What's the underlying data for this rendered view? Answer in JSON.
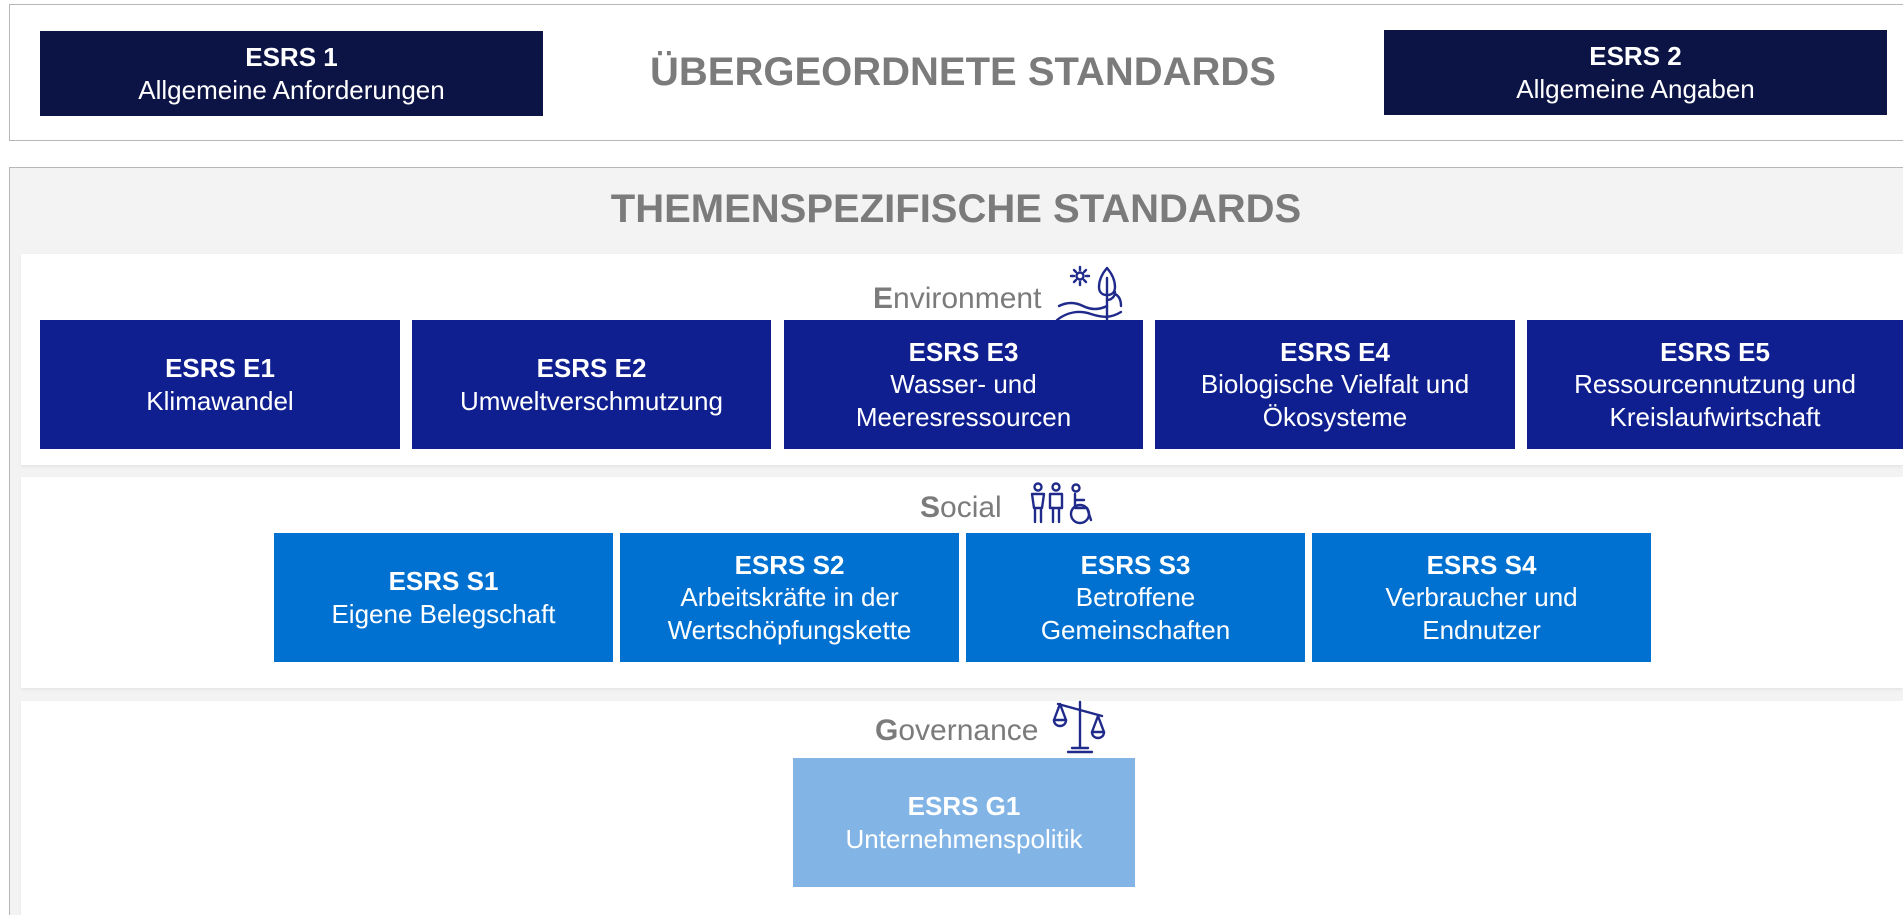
{
  "overarching": {
    "heading": "ÜBERGEORDNETE STANDARDS",
    "left_box": {
      "code": "ESRS 1",
      "title": "Allgemeine Anforderungen"
    },
    "right_box": {
      "code": "ESRS 2",
      "title": "Allgemeine Angaben"
    }
  },
  "topical": {
    "heading": "THEMENSPEZIFISCHE STANDARDS",
    "environment": {
      "initial": "E",
      "rest": "nvironment",
      "icon": "landscape-sun-tree-icon",
      "boxes": [
        {
          "code": "ESRS E1",
          "title": "Klimawandel"
        },
        {
          "code": "ESRS E2",
          "title": "Umweltverschmutzung"
        },
        {
          "code": "ESRS E3",
          "title": "Wasser- und Meeresressourcen"
        },
        {
          "code": "ESRS E4",
          "title": "Biologische Vielfalt und Ökosysteme"
        },
        {
          "code": "ESRS E5",
          "title": "Ressourcennutzung und Kreislaufwirtschaft"
        }
      ]
    },
    "social": {
      "initial": "S",
      "rest": "ocial",
      "icon": "people-wheelchair-icon",
      "boxes": [
        {
          "code": "ESRS S1",
          "title": "Eigene Belegschaft"
        },
        {
          "code": "ESRS S2",
          "title": "Arbeitskräfte in der Wertschöpfungskette"
        },
        {
          "code": "ESRS S3",
          "title": "Betroffene Gemeinschaften"
        },
        {
          "code": "ESRS S4",
          "title": "Verbraucher und Endnutzer"
        }
      ]
    },
    "governance": {
      "initial": "G",
      "rest": "overnance",
      "icon": "scales-icon",
      "boxes": [
        {
          "code": "ESRS G1",
          "title": "Unternehmenspolitik"
        }
      ]
    }
  },
  "colors": {
    "overarching_box": "#0c1446",
    "environment_box": "#0f1f8f",
    "social_box": "#0071d1",
    "governance_box": "#82b5e5",
    "heading_text": "#7b7b7b",
    "icon": "#1f2a8a"
  }
}
